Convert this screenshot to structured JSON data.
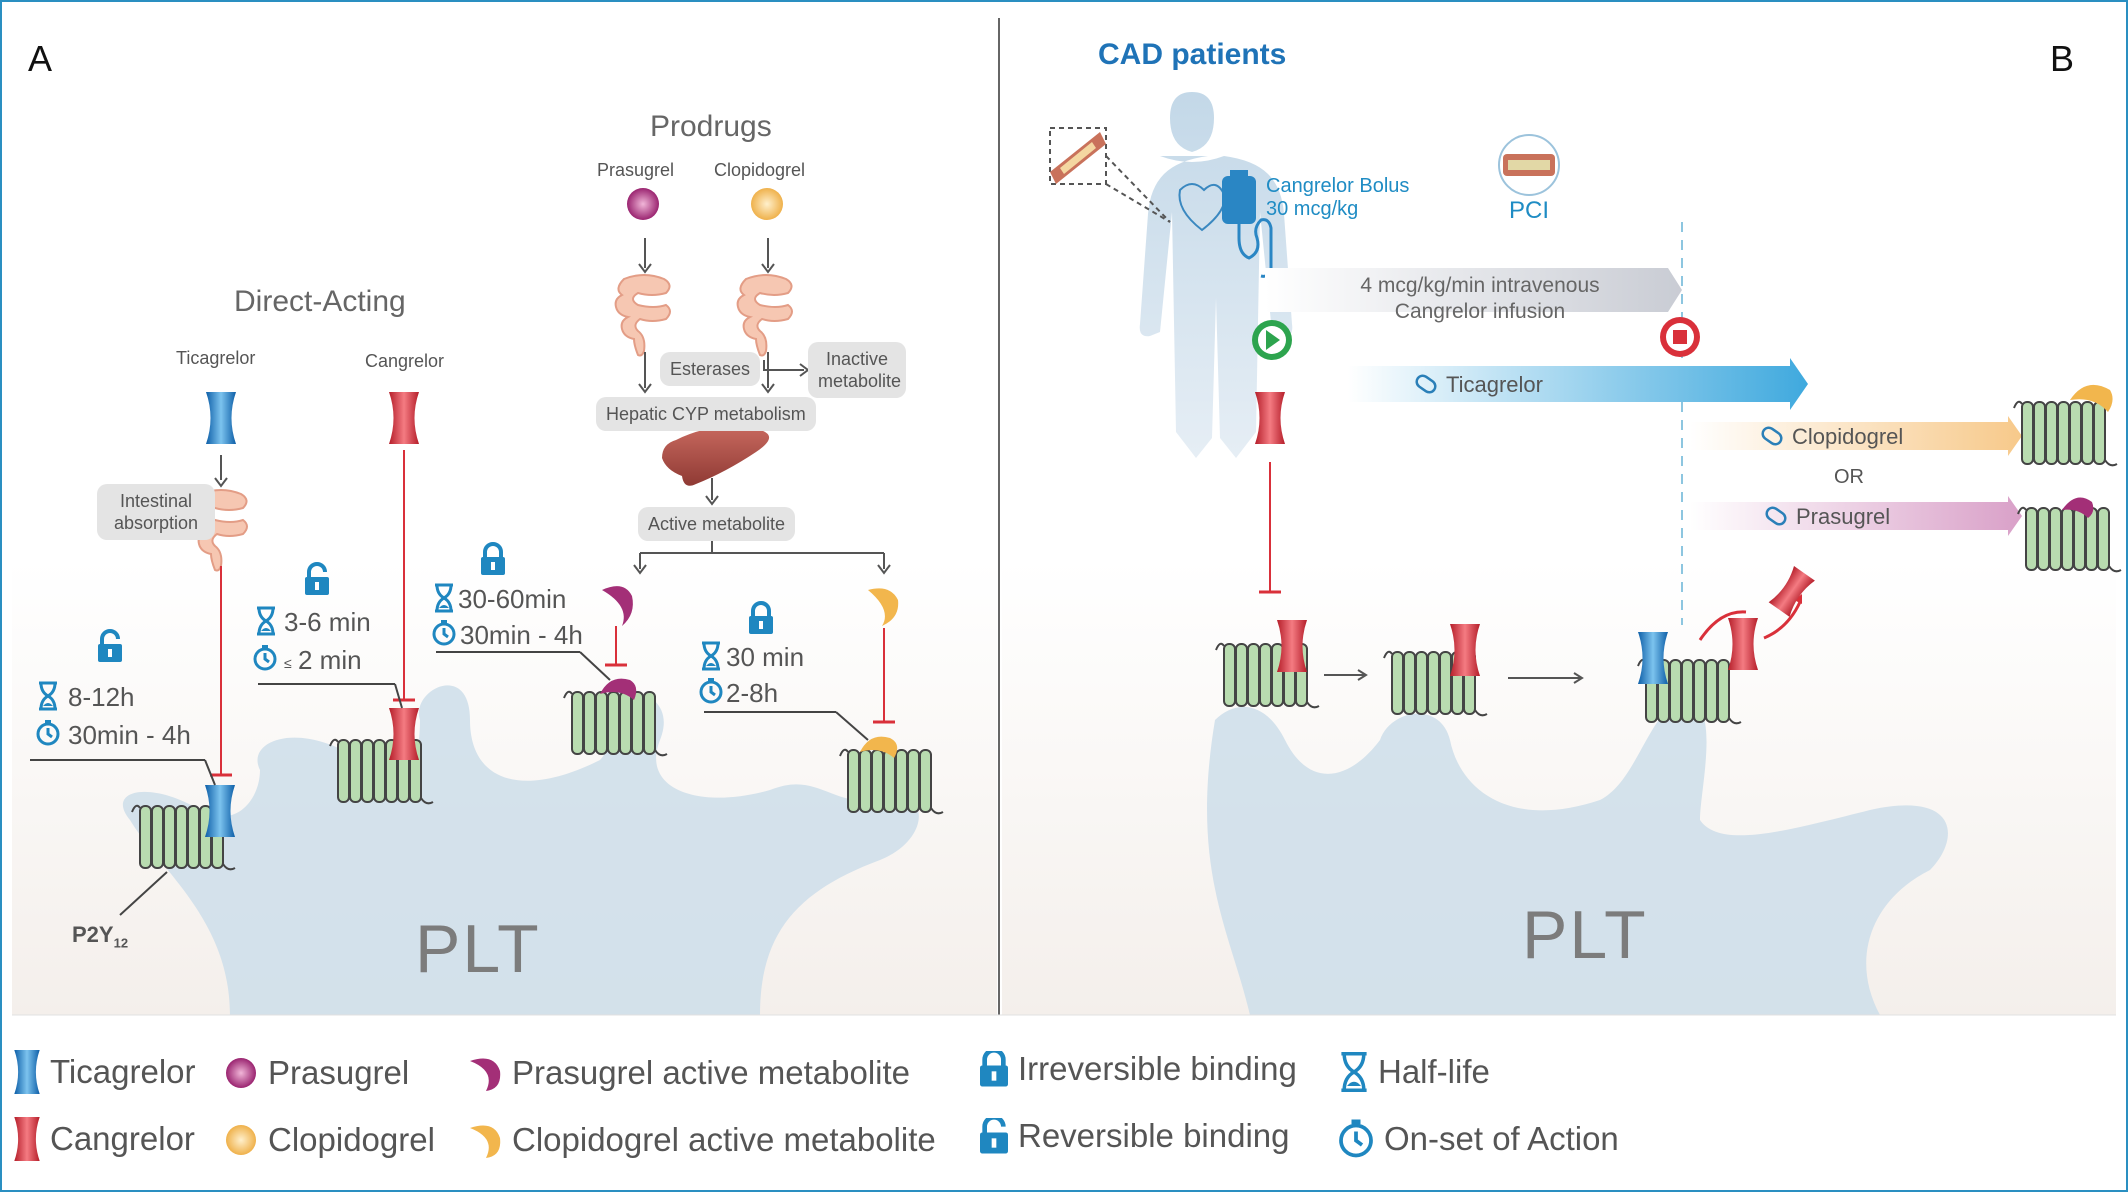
{
  "panels": {
    "a_label": "A",
    "b_label": "B"
  },
  "panel_a": {
    "prodrugs_title": "Prodrugs",
    "direct_title": "Direct-Acting",
    "drug_labels": {
      "ticagrelor": "Ticagrelor",
      "cangrelor": "Cangrelor",
      "prasugrel": "Prasugrel",
      "clopidogrel": "Clopidogrel"
    },
    "pills": {
      "intestinal": "Intestinal absorption",
      "esterases": "Esterases",
      "inactive": "Inactive metabolite",
      "hepatic": "Hepatic CYP metabolism",
      "active": "Active metabolite"
    },
    "metrics": {
      "ticagrelor": {
        "half_life": "8-12h",
        "onset": "30min - 4h"
      },
      "cangrelor": {
        "half_life": "3-6 min",
        "onset_sub": "≤",
        "onset": "2 min"
      },
      "prasugrel": {
        "half_life": "30-60min",
        "onset": "30min - 4h"
      },
      "clopidogrel": {
        "half_life": "30 min",
        "onset": "2-8h"
      }
    },
    "receptor_label": "P2Y",
    "receptor_sub": "12",
    "plt_label": "PLT"
  },
  "panel_b": {
    "title": "CAD patients",
    "bolus_line1": "Cangrelor Bolus",
    "bolus_line2": "30 mcg/kg",
    "pci_label": "PCI",
    "infusion_line1": "4 mcg/kg/min intravenous",
    "infusion_line2": "Cangrelor infusion",
    "ticagrelor_arrow": "Ticagrelor",
    "clopidogrel_arrow": "Clopidogrel",
    "or_label": "OR",
    "prasugrel_arrow": "Prasugrel",
    "plt_label": "PLT"
  },
  "legend": {
    "ticagrelor": "Ticagrelor",
    "cangrelor": "Cangrelor",
    "prasugrel": "Prasugrel",
    "clopidogrel": "Clopidogrel",
    "prasugrel_metabolite": "Prasugrel active metabolite",
    "clopidogrel_metabolite": "Clopidogrel active metabolite",
    "irreversible": "Irreversible binding",
    "reversible": "Reversible binding",
    "half_life": "Half-life",
    "onset": "On-set of Action"
  },
  "colors": {
    "frame": "#2a8fc1",
    "ticagrelor": "#1f7fc4",
    "cangrelor": "#d9303a",
    "prasugrel": "#a32f77",
    "clopidogrel": "#f2b64d",
    "receptor": "#b9dcb0",
    "platelet": "#cfdfea",
    "lock": "#1f87c0"
  }
}
